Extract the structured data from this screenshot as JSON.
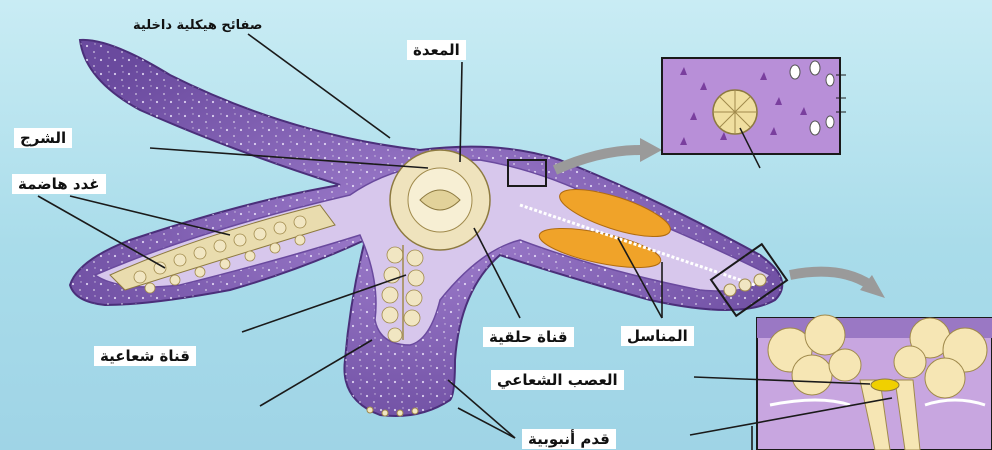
{
  "colors": {
    "background": "#b4e2ee",
    "body_purple": "#8a63b4",
    "body_dark": "#5b3d8c",
    "inner_lilac": "#d7c7ec",
    "cream": "#f1e6c2",
    "gonad_orange": "#f0a329",
    "leader_line": "#1a1a1a",
    "arrow_grey": "#9a9a9a"
  },
  "labels": {
    "skeletal_plates": "صفائح هيكلية داخلية",
    "stomach": "المعدة",
    "anus": "الشرج",
    "digestive_glands": "غدد هاضمة",
    "radial_canal": "قناة شعاعية",
    "ring_canal": "قناة حلقية",
    "gonads": "المناسل",
    "radial_nerve": "العصب الشعاعي",
    "tube_feet": "قدم أنبوبية"
  },
  "icons": {
    "starfish": "starfish-cross-section",
    "skin_inset": "skin-magnified-inset",
    "arm_inset": "arm-cross-section-inset",
    "zoom_arrow": "curved-arrow"
  }
}
